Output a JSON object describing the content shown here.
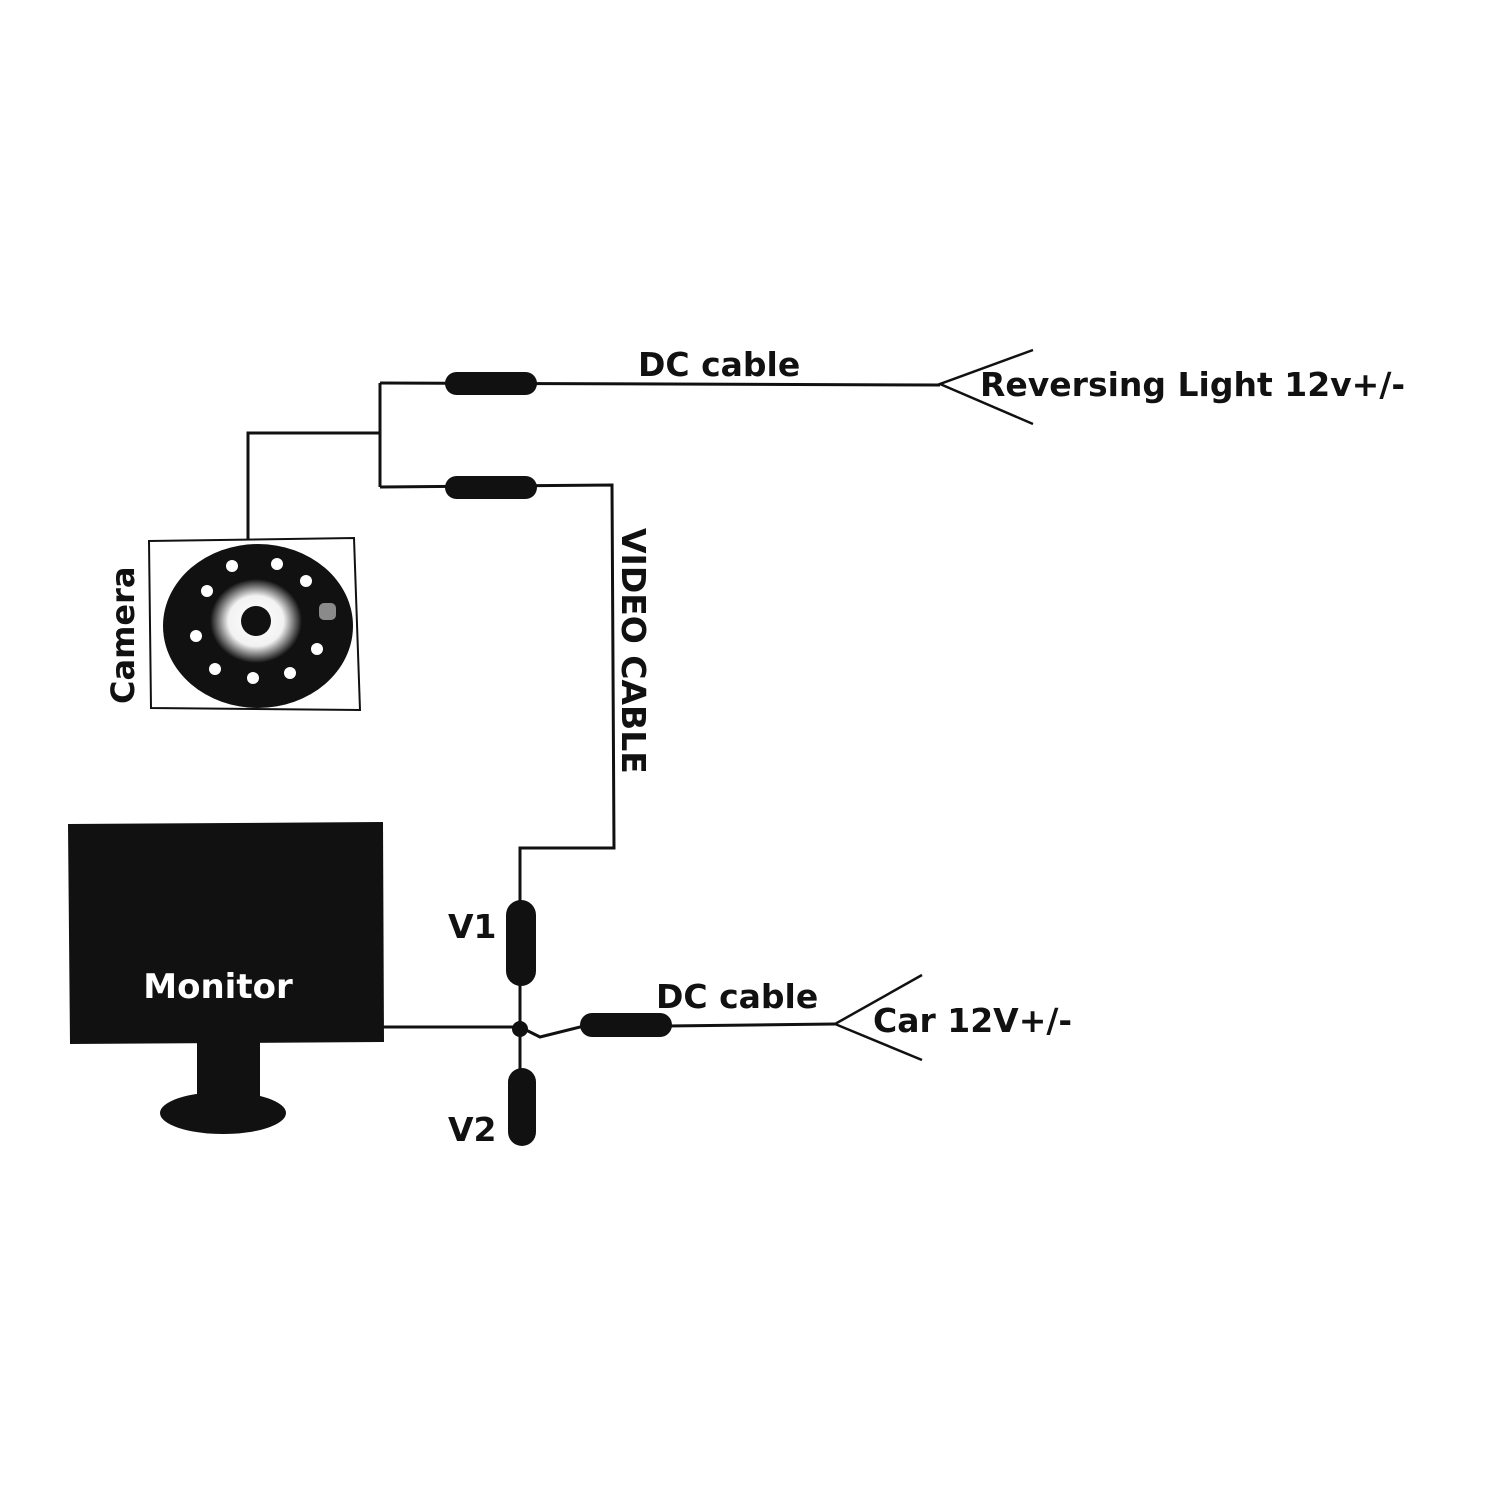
{
  "labels": {
    "dc_cable_top": "DC cable",
    "reversing_light": "Reversing Light 12v+/-",
    "video_cable": "VIDEO CABLE",
    "camera": "Camera",
    "monitor": "Monitor",
    "v1": "V1",
    "v2": "V2",
    "dc_cable_bottom": "DC cable",
    "car_power": "Car 12V+/-"
  },
  "colors": {
    "ink": "#111111",
    "background": "#ffffff"
  }
}
